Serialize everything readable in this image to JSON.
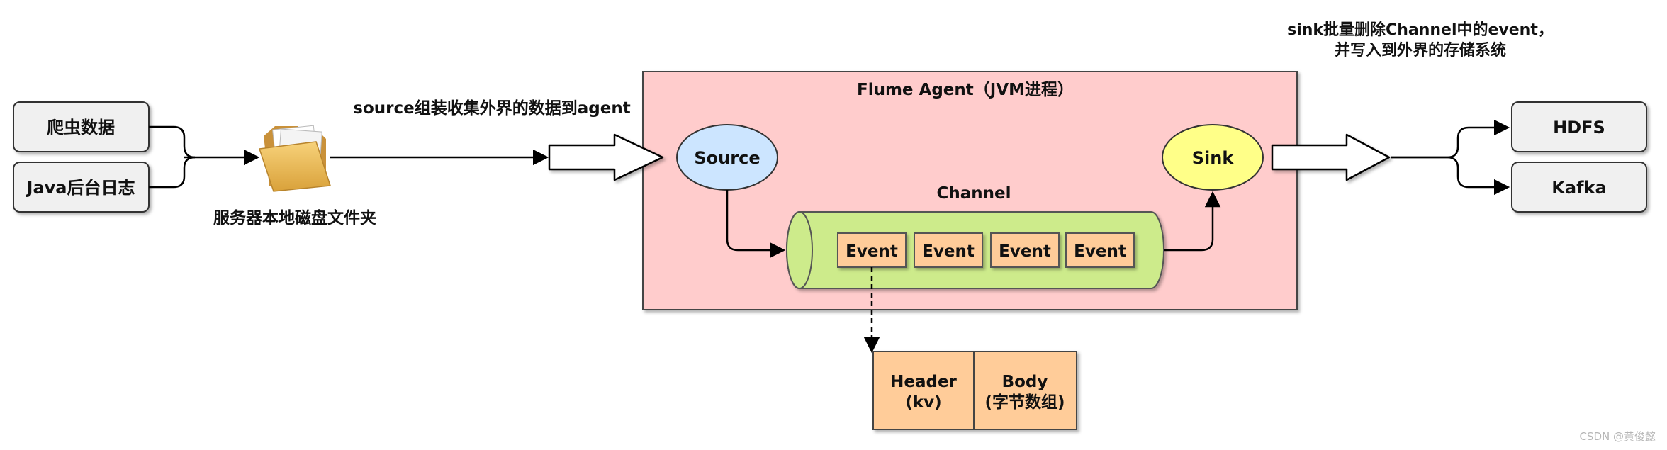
{
  "inputs": [
    {
      "label": "爬虫数据"
    },
    {
      "label": "Java后台日志"
    }
  ],
  "folder": {
    "icon": "folder-icon",
    "label": "服务器本地磁盘文件夹"
  },
  "source_annotation": "source组装收集外界的数据到agent",
  "agent": {
    "title": "Flume Agent（JVM进程）"
  },
  "source": {
    "label": "Source"
  },
  "channel": {
    "label": "Channel",
    "events": [
      {
        "label": "Event"
      },
      {
        "label": "Event"
      },
      {
        "label": "Event"
      },
      {
        "label": "Event"
      }
    ]
  },
  "sink": {
    "label": "Sink"
  },
  "sink_annotation": {
    "line1": "sink批量删除Channel中的event，",
    "line2": "并写入到外界的存储系统"
  },
  "outputs": [
    {
      "label": "HDFS"
    },
    {
      "label": "Kafka"
    }
  ],
  "event_detail": {
    "header": {
      "line1": "Header",
      "line2": "(kv)"
    },
    "body": {
      "line1": "Body",
      "line2": "(字节数组)"
    }
  },
  "watermark": "CSDN @黄俊懿",
  "colors": {
    "agent_fill": "#ffcccc",
    "source_fill": "#cce5ff",
    "sink_fill": "#ffff88",
    "channel_fill": "#cdeb8b",
    "event_fill": "#ffcc99",
    "box_fill": "#f0f0f0"
  }
}
